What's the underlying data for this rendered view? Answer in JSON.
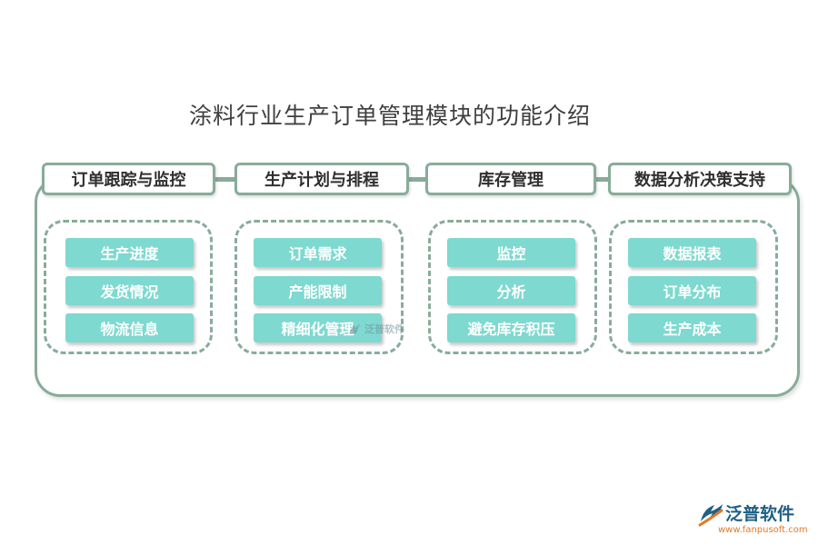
{
  "title": "涂料行业生产订单管理模块的功能介绍",
  "categories": [
    {
      "header": "订单跟踪与监控",
      "items": [
        "生产进度",
        "发货情况",
        "物流信息"
      ]
    },
    {
      "header": "生产计划与排程",
      "items": [
        "订单需求",
        "产能限制",
        "精细化管理"
      ]
    },
    {
      "header": "库存管理",
      "items": [
        "监控",
        "分析",
        "避免库存积压"
      ]
    },
    {
      "header": "数据分析决策支持",
      "items": [
        "数据报表",
        "订单分布",
        "生产成本"
      ]
    }
  ],
  "watermark": {
    "text": "泛普软件"
  },
  "logo": {
    "name": "泛普软件",
    "url": "www.fanpusoft.com"
  },
  "colors": {
    "border": "#88ac9a",
    "item_fill": "#7ed9d0",
    "logo_blue": "#1f5f86",
    "logo_orange": "#e07a29"
  },
  "icons": [
    "fanpu-logo-icon"
  ]
}
